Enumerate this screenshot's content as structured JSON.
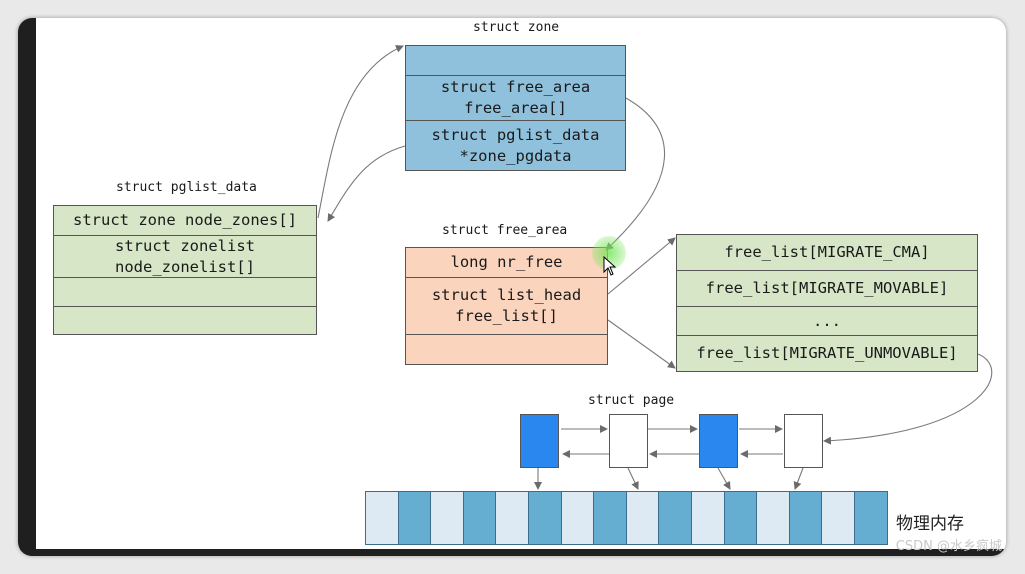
{
  "zone": {
    "caption": "struct zone",
    "rows": [
      "",
      "struct free_area\nfree_area[]",
      "struct pglist_data\n*zone_pgdata"
    ]
  },
  "pglist": {
    "caption": "struct pglist_data",
    "rows": [
      "struct zone node_zones[]",
      "struct zonelist\nnode_zonelist[]",
      "",
      ""
    ]
  },
  "free_area": {
    "caption": "struct free_area",
    "rows": [
      "long nr_free",
      "struct list_head\nfree_list[]",
      ""
    ]
  },
  "free_list": {
    "rows": [
      "free_list[MIGRATE_CMA]",
      "free_list[MIGRATE_MOVABLE]",
      "...",
      "free_list[MIGRATE_UNMOVABLE]"
    ]
  },
  "page": {
    "caption": "struct page",
    "nodes": [
      "used",
      "free",
      "used",
      "free"
    ]
  },
  "memory": {
    "label": "物理内存",
    "cells": [
      "light",
      "dark",
      "light",
      "dark",
      "light",
      "dark",
      "light",
      "dark",
      "light",
      "dark",
      "light",
      "dark",
      "light",
      "dark",
      "light",
      "dark"
    ]
  },
  "colors": {
    "zone": "#8fc1dd",
    "pglist": "#d6e6c7",
    "free_area": "#fad4bd",
    "page_used": "#2a87ef",
    "mem_light": "#deeaf3",
    "mem_dark": "#66aed1"
  },
  "watermark": "CSDN @水乡疯城"
}
